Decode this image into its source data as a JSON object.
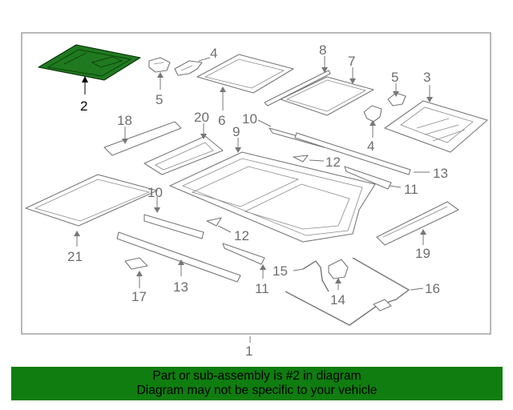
{
  "diagram": {
    "highlight_color": "#0f7d0f",
    "highlighted_callout": "2",
    "callouts": [
      {
        "id": "c1",
        "label": "1"
      },
      {
        "id": "c2",
        "label": "2"
      },
      {
        "id": "c3",
        "label": "3"
      },
      {
        "id": "c4a",
        "label": "4"
      },
      {
        "id": "c4b",
        "label": "4"
      },
      {
        "id": "c5a",
        "label": "5"
      },
      {
        "id": "c5b",
        "label": "5"
      },
      {
        "id": "c6",
        "label": "6"
      },
      {
        "id": "c7",
        "label": "7"
      },
      {
        "id": "c8",
        "label": "8"
      },
      {
        "id": "c9",
        "label": "9"
      },
      {
        "id": "c10a",
        "label": "10"
      },
      {
        "id": "c10b",
        "label": "10"
      },
      {
        "id": "c11a",
        "label": "11"
      },
      {
        "id": "c11b",
        "label": "11"
      },
      {
        "id": "c12a",
        "label": "12"
      },
      {
        "id": "c12b",
        "label": "12"
      },
      {
        "id": "c13a",
        "label": "13"
      },
      {
        "id": "c13b",
        "label": "13"
      },
      {
        "id": "c14",
        "label": "14"
      },
      {
        "id": "c15",
        "label": "15"
      },
      {
        "id": "c16",
        "label": "16"
      },
      {
        "id": "c17",
        "label": "17"
      },
      {
        "id": "c18",
        "label": "18"
      },
      {
        "id": "c19",
        "label": "19"
      },
      {
        "id": "c20",
        "label": "20"
      },
      {
        "id": "c21",
        "label": "21"
      }
    ]
  },
  "banner": {
    "line1": "Part or sub-assembly is #2 in diagram",
    "line2": "Diagram may not be specific to your vehicle",
    "background": "#0f7d0f"
  }
}
